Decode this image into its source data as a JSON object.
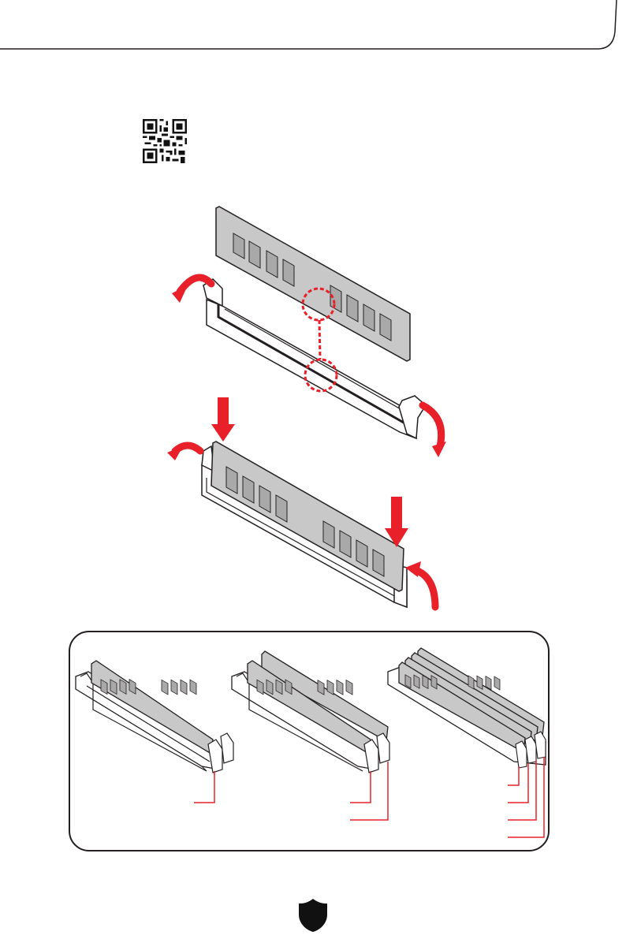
{
  "colors": {
    "accent_red": "#e8202a",
    "module_fill": "#c8c8c8",
    "chip_fill": "#a9a9a9",
    "slot_fill": "#ffffff",
    "stroke": "#231f20"
  },
  "icons": {
    "qr": "qr-code-icon",
    "shield": "shield-icon"
  },
  "configurations": [
    {
      "name": "one-module",
      "modules": 1
    },
    {
      "name": "two-modules",
      "modules": 2
    },
    {
      "name": "four-modules",
      "modules": 4
    }
  ]
}
